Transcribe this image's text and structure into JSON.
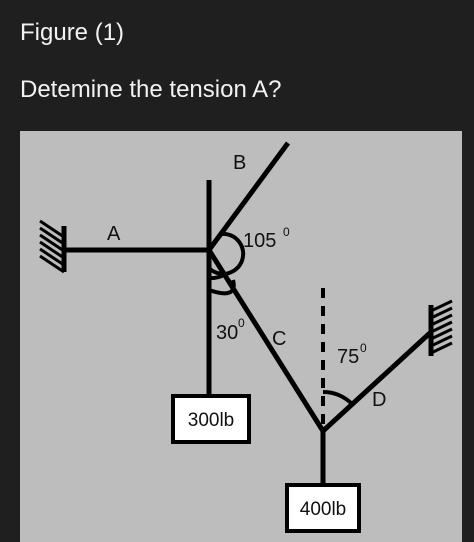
{
  "header": {
    "figure_title": "Figure (1)",
    "question": "Detemine the tension A?"
  },
  "diagram": {
    "cable_labels": {
      "a": "A",
      "b": "B",
      "c": "C",
      "d": "D"
    },
    "angles": {
      "b_angle": "105",
      "c_angle": "30",
      "d_angle": "75",
      "degree_mark": "0"
    },
    "weights": {
      "left": "300lb",
      "right": "400lb"
    },
    "colors": {
      "background": "#1f1f1f",
      "panel": "#bdbdbd",
      "lines": "#000000",
      "box_fill": "#ffffff"
    }
  }
}
